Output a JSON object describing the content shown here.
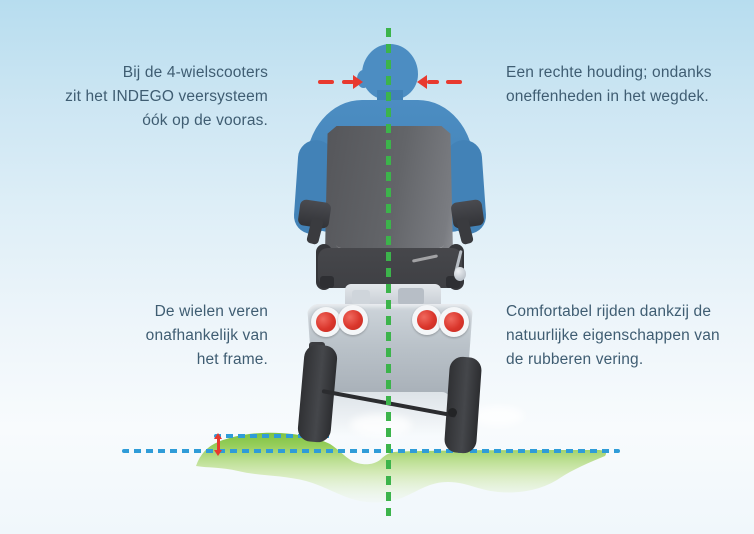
{
  "annotations": {
    "top_left": {
      "lines": [
        "Bij de 4-wielscooters",
        "zit het INDEGO veersysteem",
        "óók op de vooras."
      ]
    },
    "top_right": {
      "lines": [
        "Een rechte houding; ondanks",
        "oneffenheden in het wegdek."
      ]
    },
    "bottom_left": {
      "lines": [
        "De wielen veren",
        "onafhankelijk van",
        "het frame."
      ]
    },
    "bottom_right": {
      "lines": [
        "Comfortabel rijden dankzij de",
        "natuurlijke eigenschappen van",
        "de rubberen vering."
      ]
    }
  },
  "colors": {
    "text": "#3f5d72",
    "person_blue": "#4c8dc2",
    "person_blue_dark": "#4282b7",
    "seat_gray": "#606266",
    "seat_gray_dark": "#3f4044",
    "armrest_dark": "#3a3b3f",
    "body_gray": "#c3cad2",
    "wheel_dark": "#3a3b3e",
    "taillight_red": "#da362c",
    "grass_green": "#7fc437",
    "centerline_green": "#3cb44b",
    "groundline_blue": "#2f9cd8",
    "arrow_red": "#e8392f",
    "bg_top": "#b7ddef",
    "bg_bottom": "#f0f7fb"
  }
}
